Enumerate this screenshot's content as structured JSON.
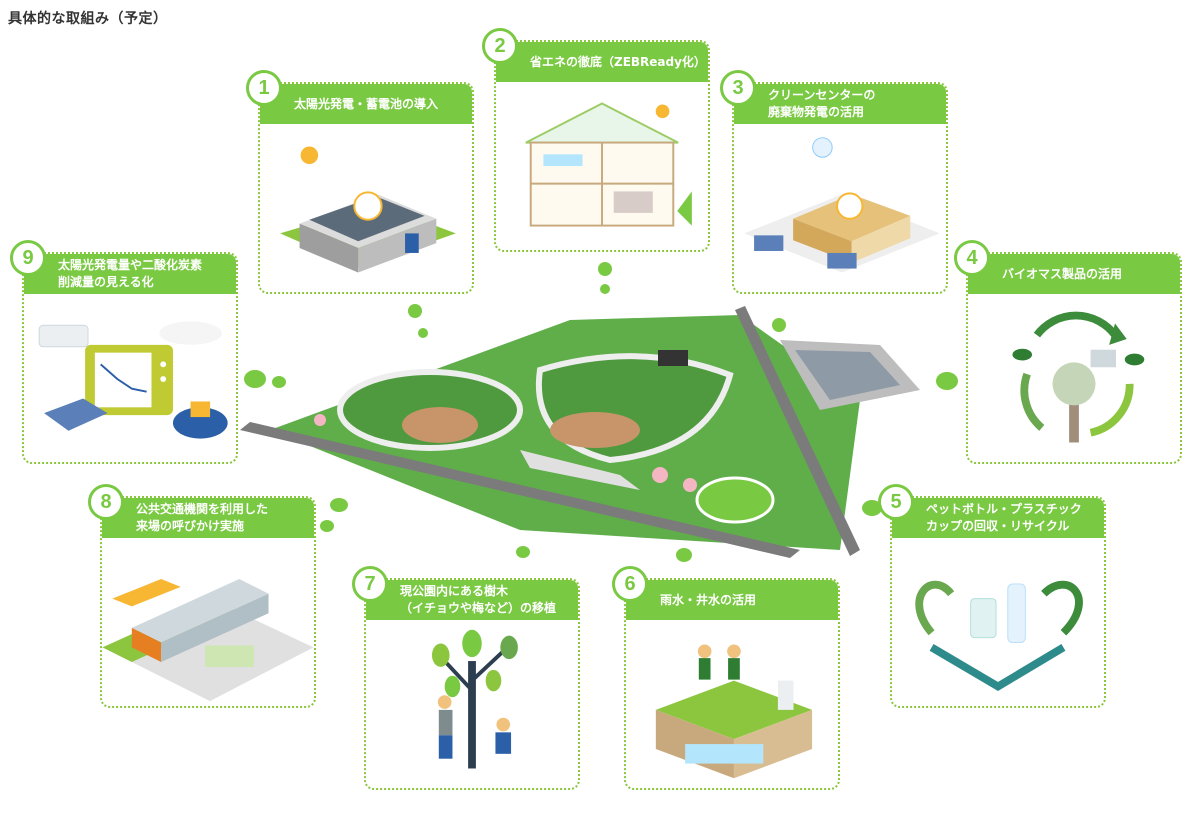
{
  "page_title": "具体的な取組み（予定）",
  "cards": [
    {
      "number": "1",
      "title": "太陽光発電・蓄電池の導入"
    },
    {
      "number": "2",
      "title": "省エネの徹底（ZEBReady化）"
    },
    {
      "number": "3",
      "title_line1": "クリーンセンターの",
      "title_line2": "廃棄物発電の活用"
    },
    {
      "number": "4",
      "title": "バイオマス製品の活用"
    },
    {
      "number": "5",
      "title_line1": "ペットボトル・プラスチック",
      "title_line2": "カップの回収・リサイクル"
    },
    {
      "number": "6",
      "title": "雨水・井水の活用"
    },
    {
      "number": "7",
      "title_line1": "現公園内にある樹木",
      "title_line2": "（イチョウや梅など）の移植"
    },
    {
      "number": "8",
      "title_line1": "公共交通機関を利用した",
      "title_line2": "来場の呼びかけ実施"
    },
    {
      "number": "9",
      "title_line1": "太陽光発電量や二酸化炭素",
      "title_line2": "削減量の見える化"
    }
  ],
  "colors": {
    "accent": "#7ac943",
    "grass": "#4caf50",
    "dirt": "#c8956a"
  },
  "icons": [
    "solar-building-icon",
    "house-icon",
    "factory-icon",
    "recycle-tree-icon",
    "recycle-heart-icon",
    "watering-icon",
    "tree-planting-icon",
    "train-icon",
    "monitor-icon"
  ]
}
